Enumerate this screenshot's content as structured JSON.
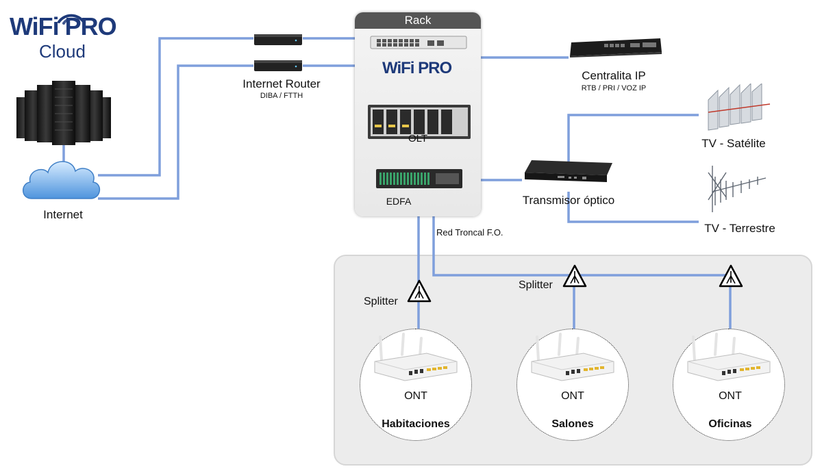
{
  "brand": {
    "logo_text": "WiFi PRO",
    "logo_subtitle": "Cloud",
    "rack_logo_text": "WiFi PRO",
    "brand_color": "#1e3a7a"
  },
  "colors": {
    "link": "#7f9fdc",
    "rack_header": "#555555",
    "zone_bg": "#ececec"
  },
  "nodes": {
    "internet": "Internet",
    "router_title": "Internet Router",
    "router_subtitle": "DIBA / FTTH",
    "rack": "Rack",
    "olt": "OLT",
    "edfa": "EDFA",
    "pbx_title": "Centralita IP",
    "pbx_subtitle": "RTB / PRI / VOZ IP",
    "tv_sat": "TV - Satélite",
    "transmitter": "Transmisor óptico",
    "tv_terr": "TV - Terrestre",
    "trunk": "Red Troncal F.O."
  },
  "splitters": [
    {
      "label": "Splitter",
      "icon": "splitter-triangle"
    },
    {
      "label": "Splitter",
      "icon": "splitter-triangle"
    },
    {
      "label": "",
      "icon": "splitter-triangle"
    }
  ],
  "zones": [
    {
      "device": "ONT",
      "name": "Habitaciones"
    },
    {
      "device": "ONT",
      "name": "Salones"
    },
    {
      "device": "ONT",
      "name": "Oficinas"
    }
  ]
}
